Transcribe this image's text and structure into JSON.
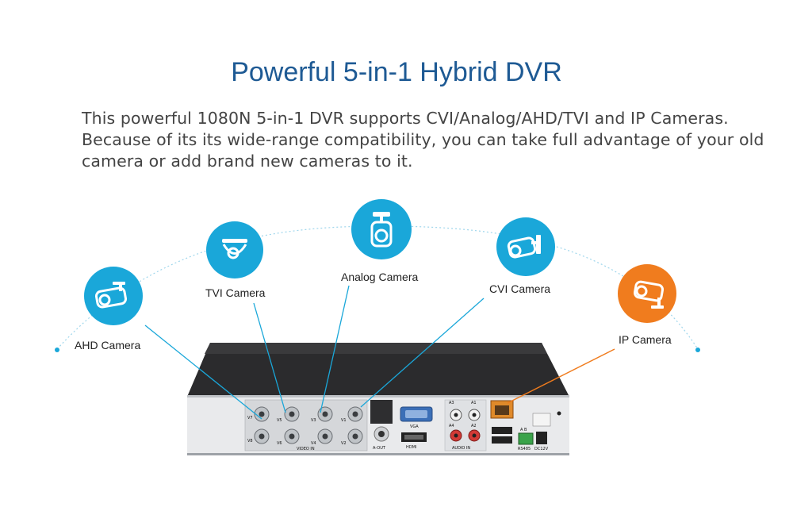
{
  "title": "Powerful 5-in-1 Hybrid DVR",
  "description": [
    "This powerful 1080N 5-in-1 DVR supports CVI/Analog/AHD/TVI and IP Cameras.",
    "Because of its its wide-range compatibility, you can take full advantage of your old",
    "camera or add brand new cameras to it."
  ],
  "cameras": [
    {
      "label": "AHD Camera",
      "icon": "bullet-camera-icon",
      "color": "#1aa7d9"
    },
    {
      "label": "TVI Camera",
      "icon": "dome-camera-icon",
      "color": "#1aa7d9"
    },
    {
      "label": "Analog Camera",
      "icon": "box-camera-icon",
      "color": "#1aa7d9"
    },
    {
      "label": "CVI Camera",
      "icon": "bullet-camera-icon",
      "color": "#1aa7d9"
    },
    {
      "label": "IP Camera",
      "icon": "bullet-camera-icon",
      "color": "#f07c1e"
    }
  ],
  "dvr_ports": {
    "video_in": "VIDEO IN",
    "audio_out": "A-OUT",
    "vga": "VGA",
    "hdmi": "HDMI",
    "audio_in": "AUDIO IN",
    "rs485": "RS485",
    "power": "DC12V",
    "ab": "A  B",
    "v_labels": [
      "V7",
      "V5",
      "V3",
      "V1",
      "V8",
      "V6",
      "V4",
      "V2"
    ],
    "a_labels": [
      "A3",
      "A1",
      "A4",
      "A2"
    ]
  },
  "colors": {
    "accent": "#1aa7d9",
    "ip": "#f07c1e",
    "title": "#1e5a94"
  }
}
